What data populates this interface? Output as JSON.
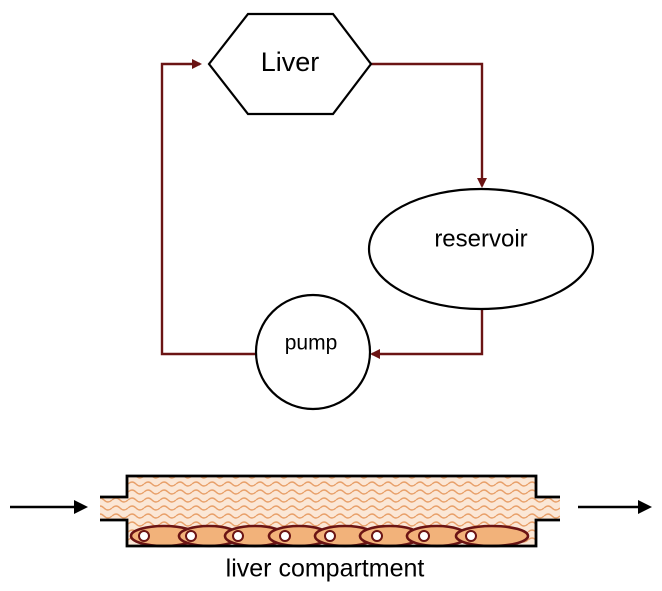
{
  "nodes": {
    "liver": "Liver",
    "reservoir": "reservoir",
    "pump": "pump"
  },
  "bioreactor": {
    "label": "liver compartment"
  },
  "colors": {
    "flow_line": "#6b1414",
    "outline": "#000000",
    "wavy_fill": "#e8a06a",
    "wavy_background": "#fbe7d6",
    "cell": "#f2b27a",
    "cell_outline": "#6b1414"
  },
  "icons": {
    "inlet": "arrow-right-icon",
    "outlet": "arrow-right-icon"
  }
}
